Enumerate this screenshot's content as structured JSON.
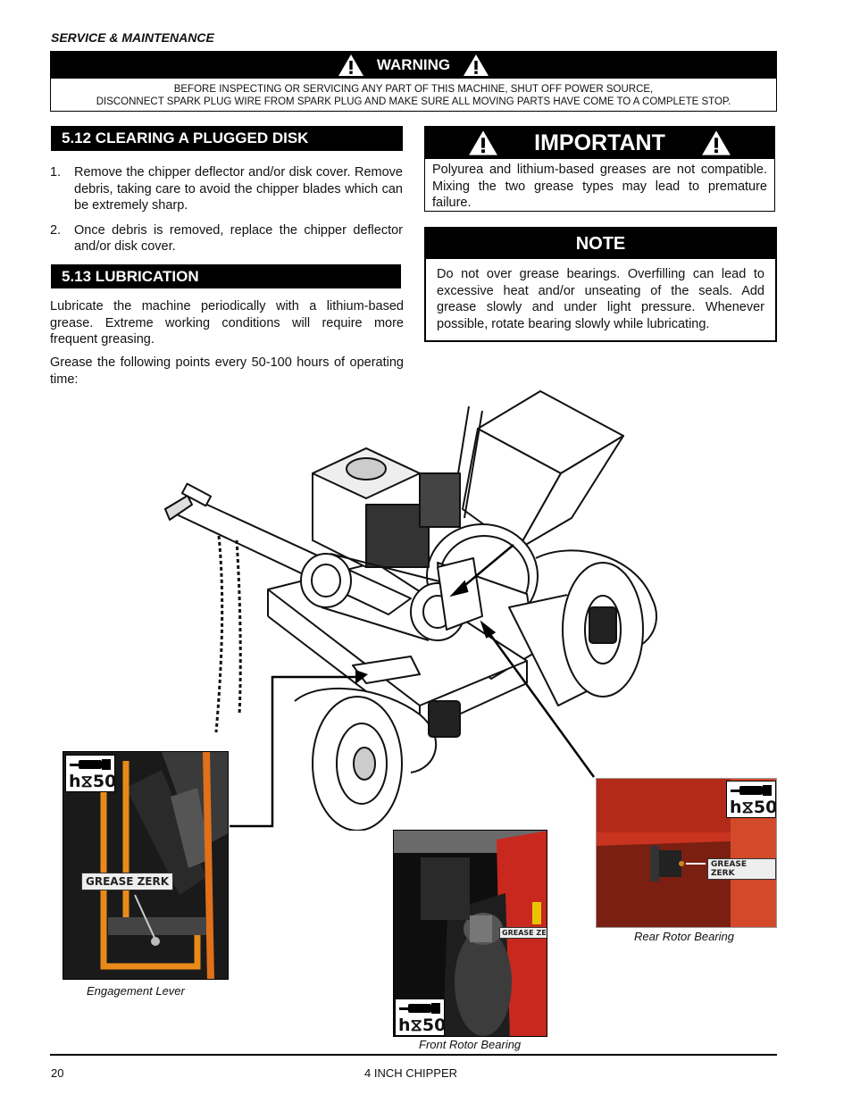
{
  "header": {
    "section_tag": "SERVICE & MAINTENANCE"
  },
  "warning": {
    "title": "WARNING",
    "line1": "BEFORE INSPECTING OR SERVICING ANY PART OF THIS MACHINE, SHUT OFF POWER SOURCE,",
    "line2": "DISCONNECT SPARK PLUG WIRE FROM SPARK PLUG AND MAKE SURE ALL MOVING PARTS HAVE COME TO A COMPLETE STOP."
  },
  "section_512": {
    "heading": "5.12  CLEARING A PLUGGED DISK",
    "steps": [
      {
        "num": "1.",
        "text": "Remove the chipper deflector and/or disk cover. Remove debris, taking care to avoid the chipper blades which can be extremely sharp."
      },
      {
        "num": "2.",
        "text": "Once debris is removed, replace the chipper deflector and/or disk cover."
      }
    ]
  },
  "section_513": {
    "heading": "5.13  LUBRICATION",
    "para1": "Lubricate the machine periodically with a lithium-based grease.  Extreme working conditions will require more frequent greasing.",
    "para2": "Grease the following points every 50-100 hours of operating time:"
  },
  "important": {
    "title": "IMPORTANT",
    "text": "Polyurea and lithium-based greases are not compatible. Mixing the two grease types may lead to premature failure."
  },
  "note": {
    "title": "NOTE",
    "text": "Do not over grease bearings. Overfilling can lead to excessive heat and/or unseating of the seals. Add grease slowly and under light pressure. Whenever possible, rotate bearing slowly while lubricating."
  },
  "figures": {
    "hours_badge": "h⧖50",
    "grease_zerk": "GREASE ZERK",
    "grease_zerk_partial": "GREASE ZERK",
    "captions": {
      "engagement_lever": "Engagement  Lever",
      "front_rotor": "Front Rotor Bearing",
      "rear_rotor": "Rear Rotor Bearing"
    }
  },
  "footer": {
    "page_number": "20",
    "product": "4 INCH CHIPPER"
  }
}
